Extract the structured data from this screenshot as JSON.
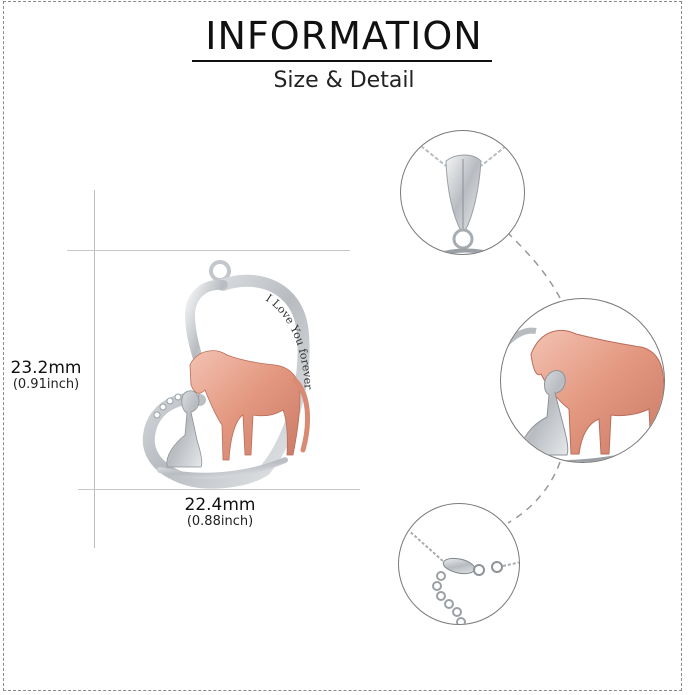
{
  "header": {
    "title": "INFORMATION",
    "subtitle": "Size & Detail"
  },
  "dimensions": {
    "height": {
      "mm": "23.2mm",
      "inch": "(0.91inch)"
    },
    "width": {
      "mm": "22.4mm",
      "inch": "(0.88inch)"
    }
  },
  "product": {
    "engraving": "I Love You forever",
    "pendant_icon": "heart-horse-girl-pendant-icon",
    "colors": {
      "silver": "#c9ccd0",
      "rose_gold": "#e8a48f",
      "rose_gold_dark": "#c97a66"
    }
  },
  "detail_views": [
    {
      "name": "bail-closeup",
      "icon": "bail-icon"
    },
    {
      "name": "horse-girl-closeup",
      "icon": "horse-girl-icon"
    },
    {
      "name": "clasp-chain-closeup",
      "icon": "lobster-clasp-icon"
    }
  ]
}
